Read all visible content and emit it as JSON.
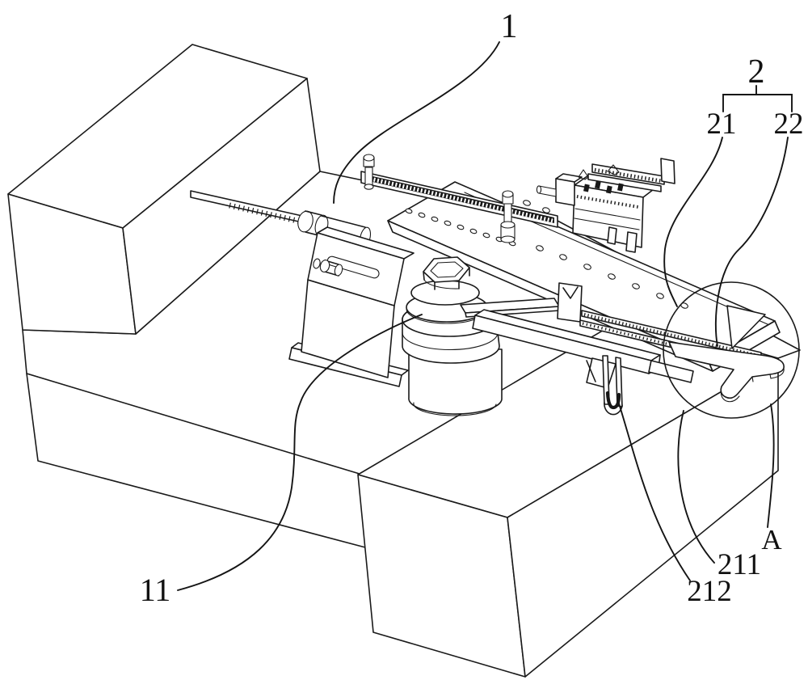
{
  "figure": {
    "background_color": "#ffffff",
    "line_color": "#1a1a1a",
    "labels": [
      {
        "id": "part-1",
        "text": "1"
      },
      {
        "id": "group-2",
        "text": "2"
      },
      {
        "id": "part-21",
        "text": "21"
      },
      {
        "id": "part-22",
        "text": "22"
      },
      {
        "id": "part-11",
        "text": "11"
      },
      {
        "id": "part-211",
        "text": "211"
      },
      {
        "id": "part-212",
        "text": "212"
      },
      {
        "id": "detail-A",
        "text": "A"
      }
    ]
  }
}
